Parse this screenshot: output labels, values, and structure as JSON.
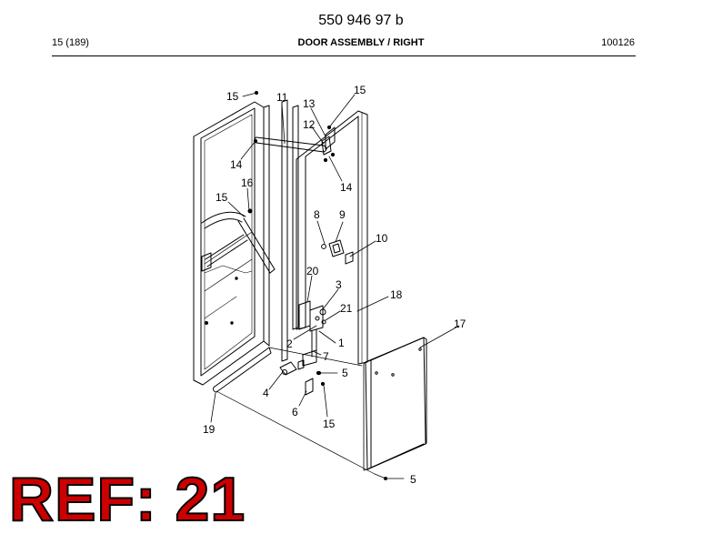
{
  "header": {
    "document_number": "550 946 97 b",
    "page_ref": "15 (189)",
    "title": "DOOR ASSEMBLY / RIGHT",
    "code": "100126"
  },
  "callouts": [
    {
      "id": "c15a",
      "text": "15"
    },
    {
      "id": "c11",
      "text": "11"
    },
    {
      "id": "c15b",
      "text": "15"
    },
    {
      "id": "c13",
      "text": "13"
    },
    {
      "id": "c12",
      "text": "12"
    },
    {
      "id": "c14a",
      "text": "14"
    },
    {
      "id": "c14b",
      "text": "14"
    },
    {
      "id": "c16",
      "text": "16"
    },
    {
      "id": "c15c",
      "text": "15"
    },
    {
      "id": "c8",
      "text": "8"
    },
    {
      "id": "c9",
      "text": "9"
    },
    {
      "id": "c10",
      "text": "10"
    },
    {
      "id": "c20",
      "text": "20"
    },
    {
      "id": "c3",
      "text": "3"
    },
    {
      "id": "c18",
      "text": "18"
    },
    {
      "id": "c21",
      "text": "21"
    },
    {
      "id": "c17",
      "text": "17"
    },
    {
      "id": "c2",
      "text": "2"
    },
    {
      "id": "c1",
      "text": "1"
    },
    {
      "id": "c7",
      "text": "7"
    },
    {
      "id": "c5a",
      "text": "5"
    },
    {
      "id": "c4",
      "text": "4"
    },
    {
      "id": "c6",
      "text": "6"
    },
    {
      "id": "c15d",
      "text": "15"
    },
    {
      "id": "c19",
      "text": "19"
    },
    {
      "id": "c5b",
      "text": "5"
    }
  ],
  "ref_label": "REF: 21"
}
